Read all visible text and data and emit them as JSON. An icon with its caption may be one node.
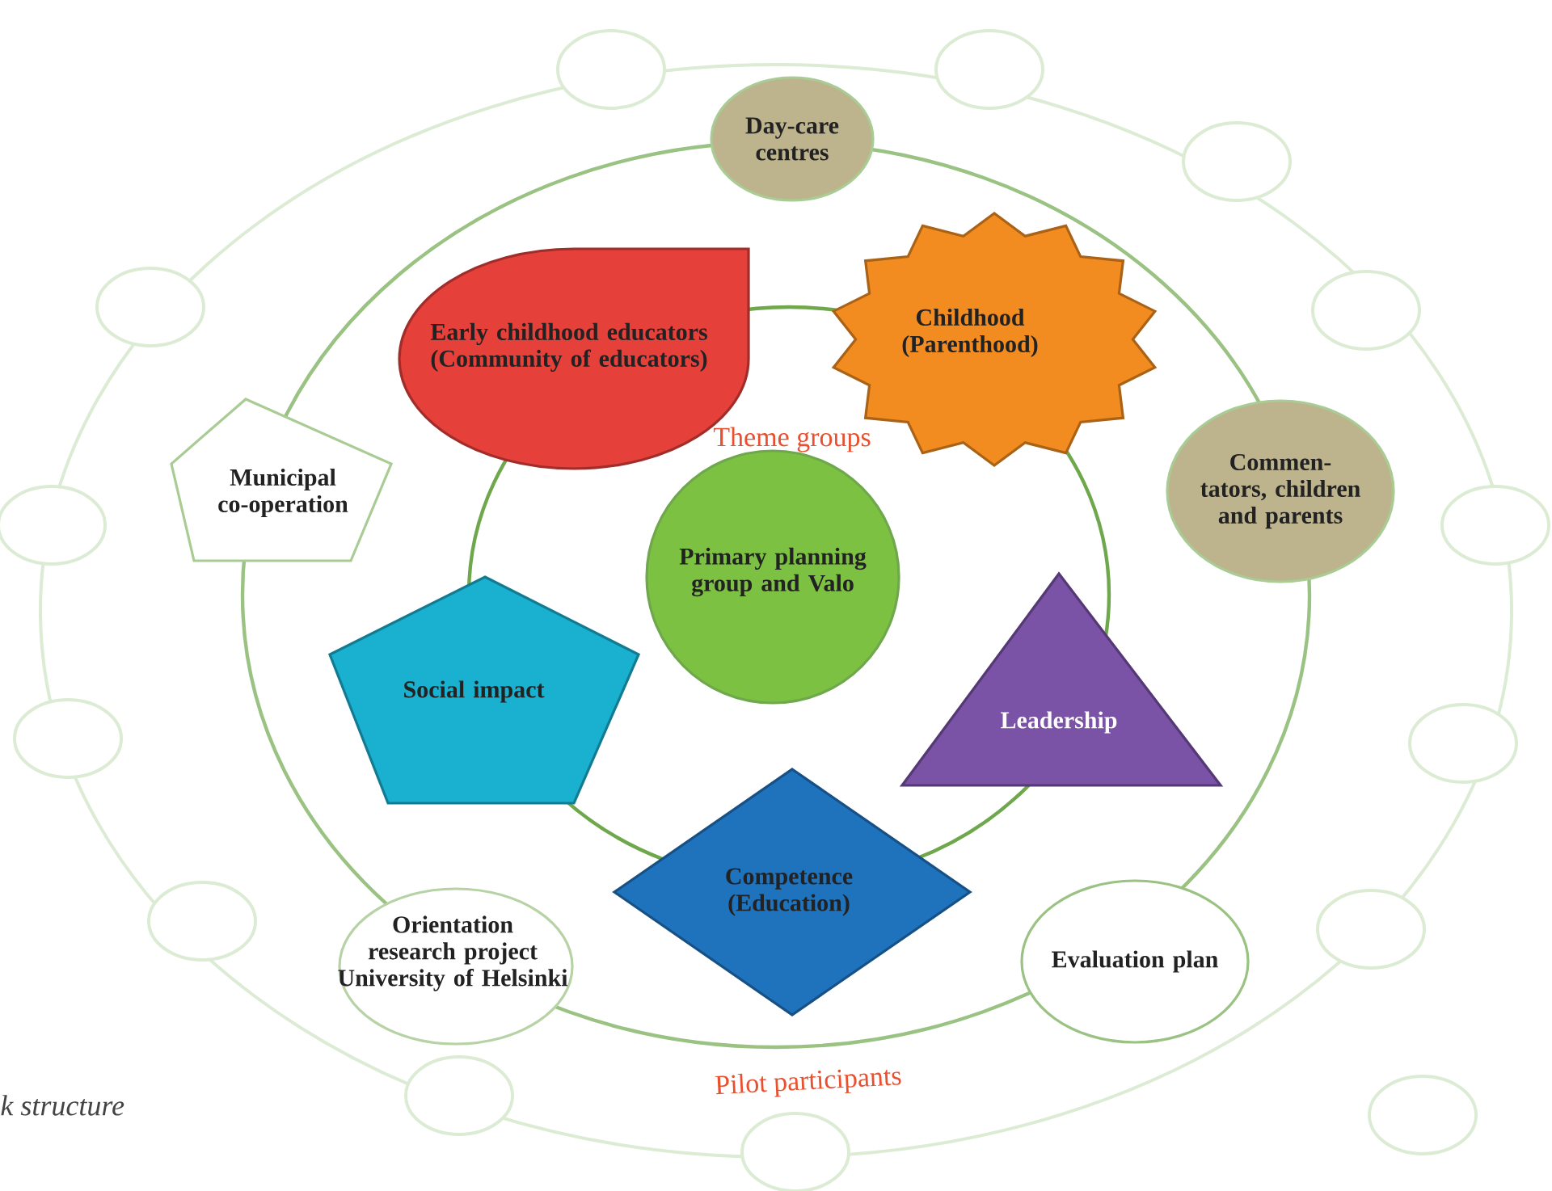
{
  "diagram": {
    "caption": "k structure",
    "nodes": [
      {
        "text": [
          "Day-care centres"
        ]
      },
      {
        "text": [
          "Early childhood educators (Community of educators)"
        ]
      },
      {
        "text": [
          "Childhood (Parenthood)"
        ]
      },
      {
        "text": [
          "Commen-tators, children and parents"
        ]
      },
      {
        "text": [
          "Municipal co-operation"
        ]
      },
      {
        "text": [
          "Primary planning group and Valo"
        ]
      },
      {
        "text": [
          "Social impact"
        ]
      },
      {
        "text": [
          "Leadership"
        ]
      },
      {
        "text": [
          "Orientation research project University of Helsinki"
        ]
      },
      {
        "text": [
          "Competence (Education)"
        ]
      },
      {
        "text": [
          "Evaluation plan"
        ]
      },
      {
        "text": [],
        "shape": "circle"
      },
      {
        "text": [],
        "shape": "circle"
      },
      {
        "text": [],
        "shape": "circle"
      },
      {
        "text": [],
        "shape": "circle"
      },
      {
        "text": [],
        "shape": "circle"
      },
      {
        "text": [],
        "shape": "circle"
      },
      {
        "text": [],
        "shape": "circle"
      },
      {
        "text": [],
        "shape": "circle"
      },
      {
        "text": [],
        "shape": "circle"
      },
      {
        "text": [],
        "shape": "circle"
      },
      {
        "text": [],
        "shape": "circle"
      },
      {
        "text": [],
        "shape": "circle"
      },
      {
        "text": [],
        "shape": "circle"
      },
      {
        "text": [],
        "shape": "circle"
      }
    ],
    "labels": [
      "Theme groups",
      "Pilot participants"
    ]
  }
}
